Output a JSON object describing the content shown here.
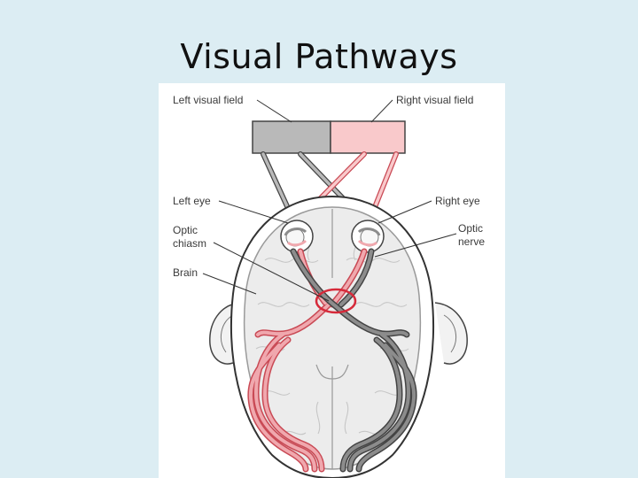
{
  "slide": {
    "title": "Visual Pathways"
  },
  "diagram": {
    "labels": {
      "left_visual_field": "Left visual field",
      "right_visual_field": "Right visual field",
      "left_eye": "Left eye",
      "right_eye": "Right eye",
      "optic_chiasm_line1": "Optic",
      "optic_chiasm_line2": "chiasm",
      "optic_nerve_line1": "Optic",
      "optic_nerve_line2": "nerve",
      "brain": "Brain"
    },
    "colors": {
      "slide_background": "#dcedf3",
      "left_field_gray": "#b9b9b9",
      "right_field_pink": "#f9c9cb",
      "left_pathway_gray": "#8c8c8c",
      "right_pathway_pink": "#f0a8ae",
      "pathway_outline_red": "#d9414f",
      "chiasm_ring_red": "#d62a3a",
      "brain_fill": "#ececec"
    }
  }
}
